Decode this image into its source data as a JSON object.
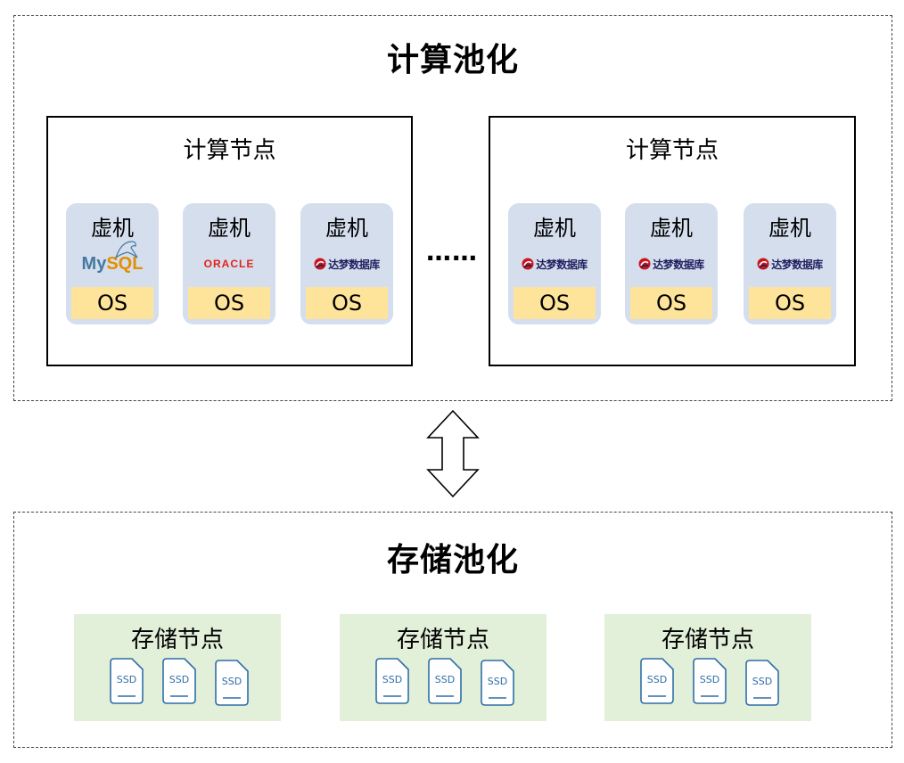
{
  "compute_pool": {
    "title": "计算池化",
    "nodes": [
      {
        "title": "计算节点",
        "vms": [
          {
            "label": "虚机",
            "logo": "mysql-logo",
            "os": "OS"
          },
          {
            "label": "虚机",
            "logo": "oracle-logo",
            "os": "OS"
          },
          {
            "label": "虚机",
            "logo": "dameng-logo",
            "os": "OS"
          }
        ]
      },
      {
        "title": "计算节点",
        "vms": [
          {
            "label": "虚机",
            "logo": "dameng-logo",
            "os": "OS"
          },
          {
            "label": "虚机",
            "logo": "dameng-logo",
            "os": "OS"
          },
          {
            "label": "虚机",
            "logo": "dameng-logo",
            "os": "OS"
          }
        ]
      }
    ],
    "ellipsis": "……"
  },
  "logos": {
    "mysql_my": "My",
    "mysql_sql": "SQL",
    "oracle": "ORACLE",
    "dameng": "达梦数据库"
  },
  "connector": {
    "icon": "double-arrow-icon"
  },
  "storage_pool": {
    "title": "存储池化",
    "nodes": [
      {
        "title": "存储节点",
        "disks": [
          "SSD",
          "SSD",
          "SSD"
        ]
      },
      {
        "title": "存储节点",
        "disks": [
          "SSD",
          "SSD",
          "SSD"
        ]
      },
      {
        "title": "存储节点",
        "disks": [
          "SSD",
          "SSD",
          "SSD"
        ]
      }
    ]
  },
  "colors": {
    "vm_bg": "#d5deed",
    "os_bg": "#fde49a",
    "storage_node_bg": "#e2efd9",
    "ssd_stroke": "#2e6fa8"
  }
}
